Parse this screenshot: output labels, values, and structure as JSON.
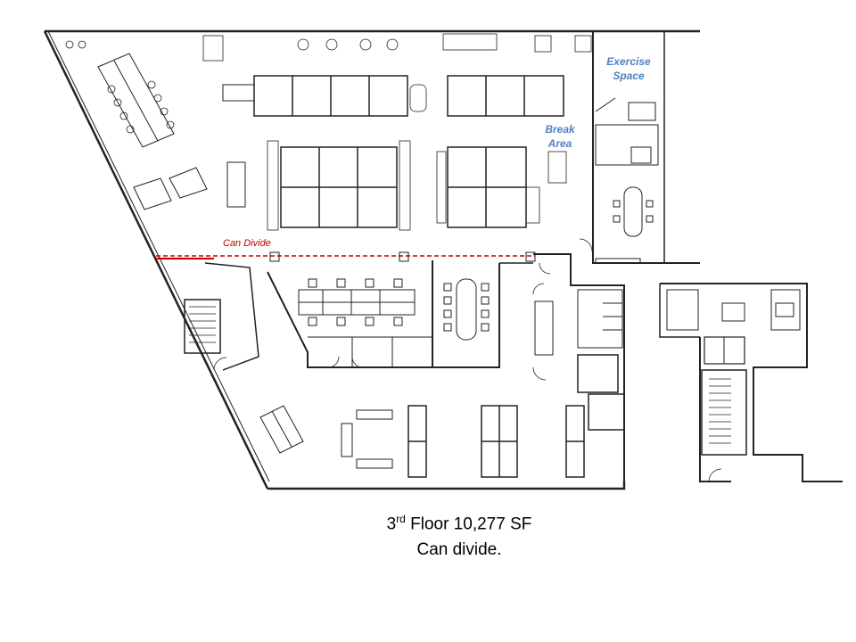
{
  "floor_plan": {
    "rooms": {
      "exercise": [
        "Exercise",
        "Space"
      ],
      "break": [
        "Break",
        "Area"
      ]
    },
    "divide_label": "Can Divide",
    "divide_color": "#c00000",
    "label_color": "#4f81bd"
  },
  "caption": {
    "floor_number": "3",
    "floor_suffix": "rd",
    "floor_rest": " Floor 10,277 SF",
    "line2": "Can divide."
  }
}
